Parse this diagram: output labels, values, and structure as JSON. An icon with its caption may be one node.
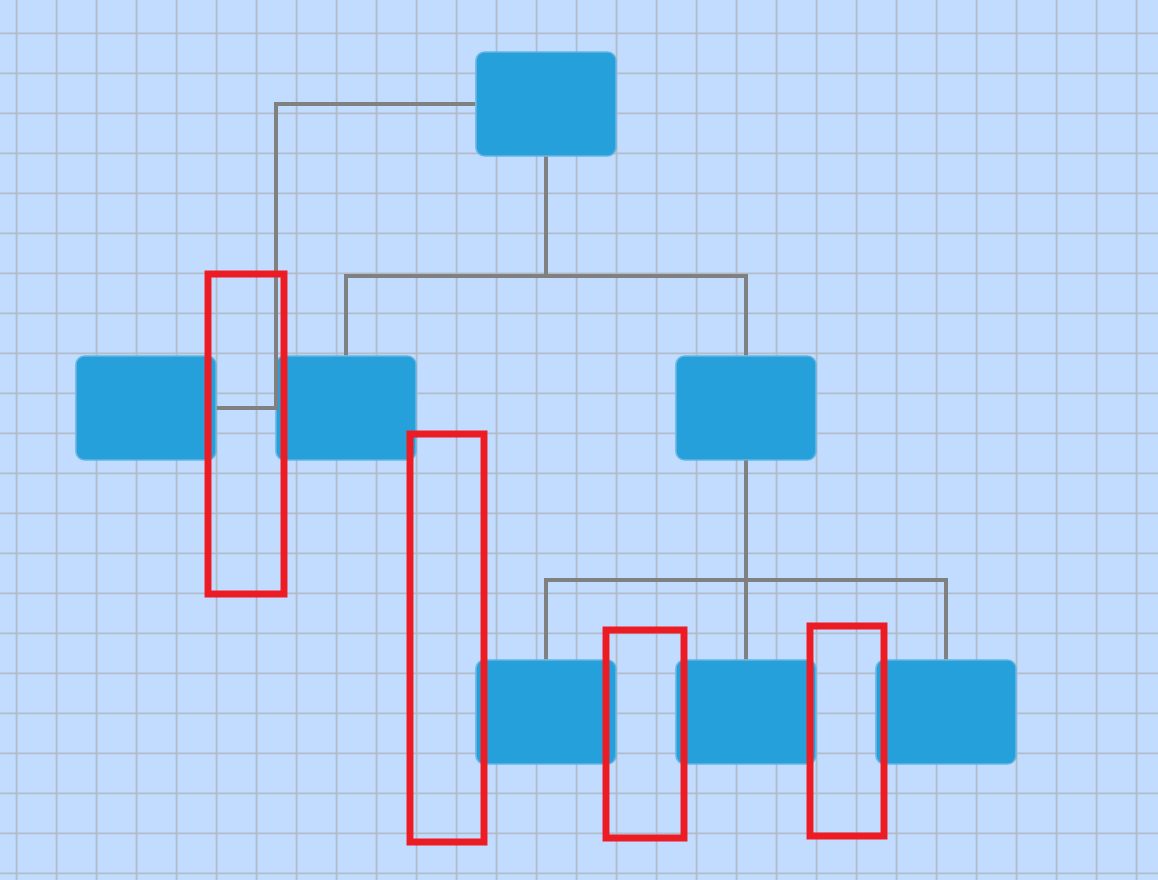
{
  "diagram": {
    "nodes": [
      {
        "text": [],
        "shape": "box"
      },
      {
        "text": [],
        "shape": "box"
      },
      {
        "text": [],
        "shape": "box"
      },
      {
        "text": [],
        "shape": "box"
      },
      {
        "text": [],
        "shape": "box"
      },
      {
        "text": [],
        "shape": "box"
      },
      {
        "text": [],
        "shape": "box"
      }
    ],
    "edges": [
      {
        "from": 0,
        "to": 1,
        "arrow": "none"
      },
      {
        "from": 0,
        "to": 2,
        "arrow": "none"
      },
      {
        "from": 0,
        "to": 3,
        "arrow": "none"
      },
      {
        "from": 3,
        "to": 4,
        "arrow": "none"
      },
      {
        "from": 3,
        "to": 5,
        "arrow": "none"
      },
      {
        "from": 3,
        "to": 6,
        "arrow": "none"
      }
    ]
  }
}
